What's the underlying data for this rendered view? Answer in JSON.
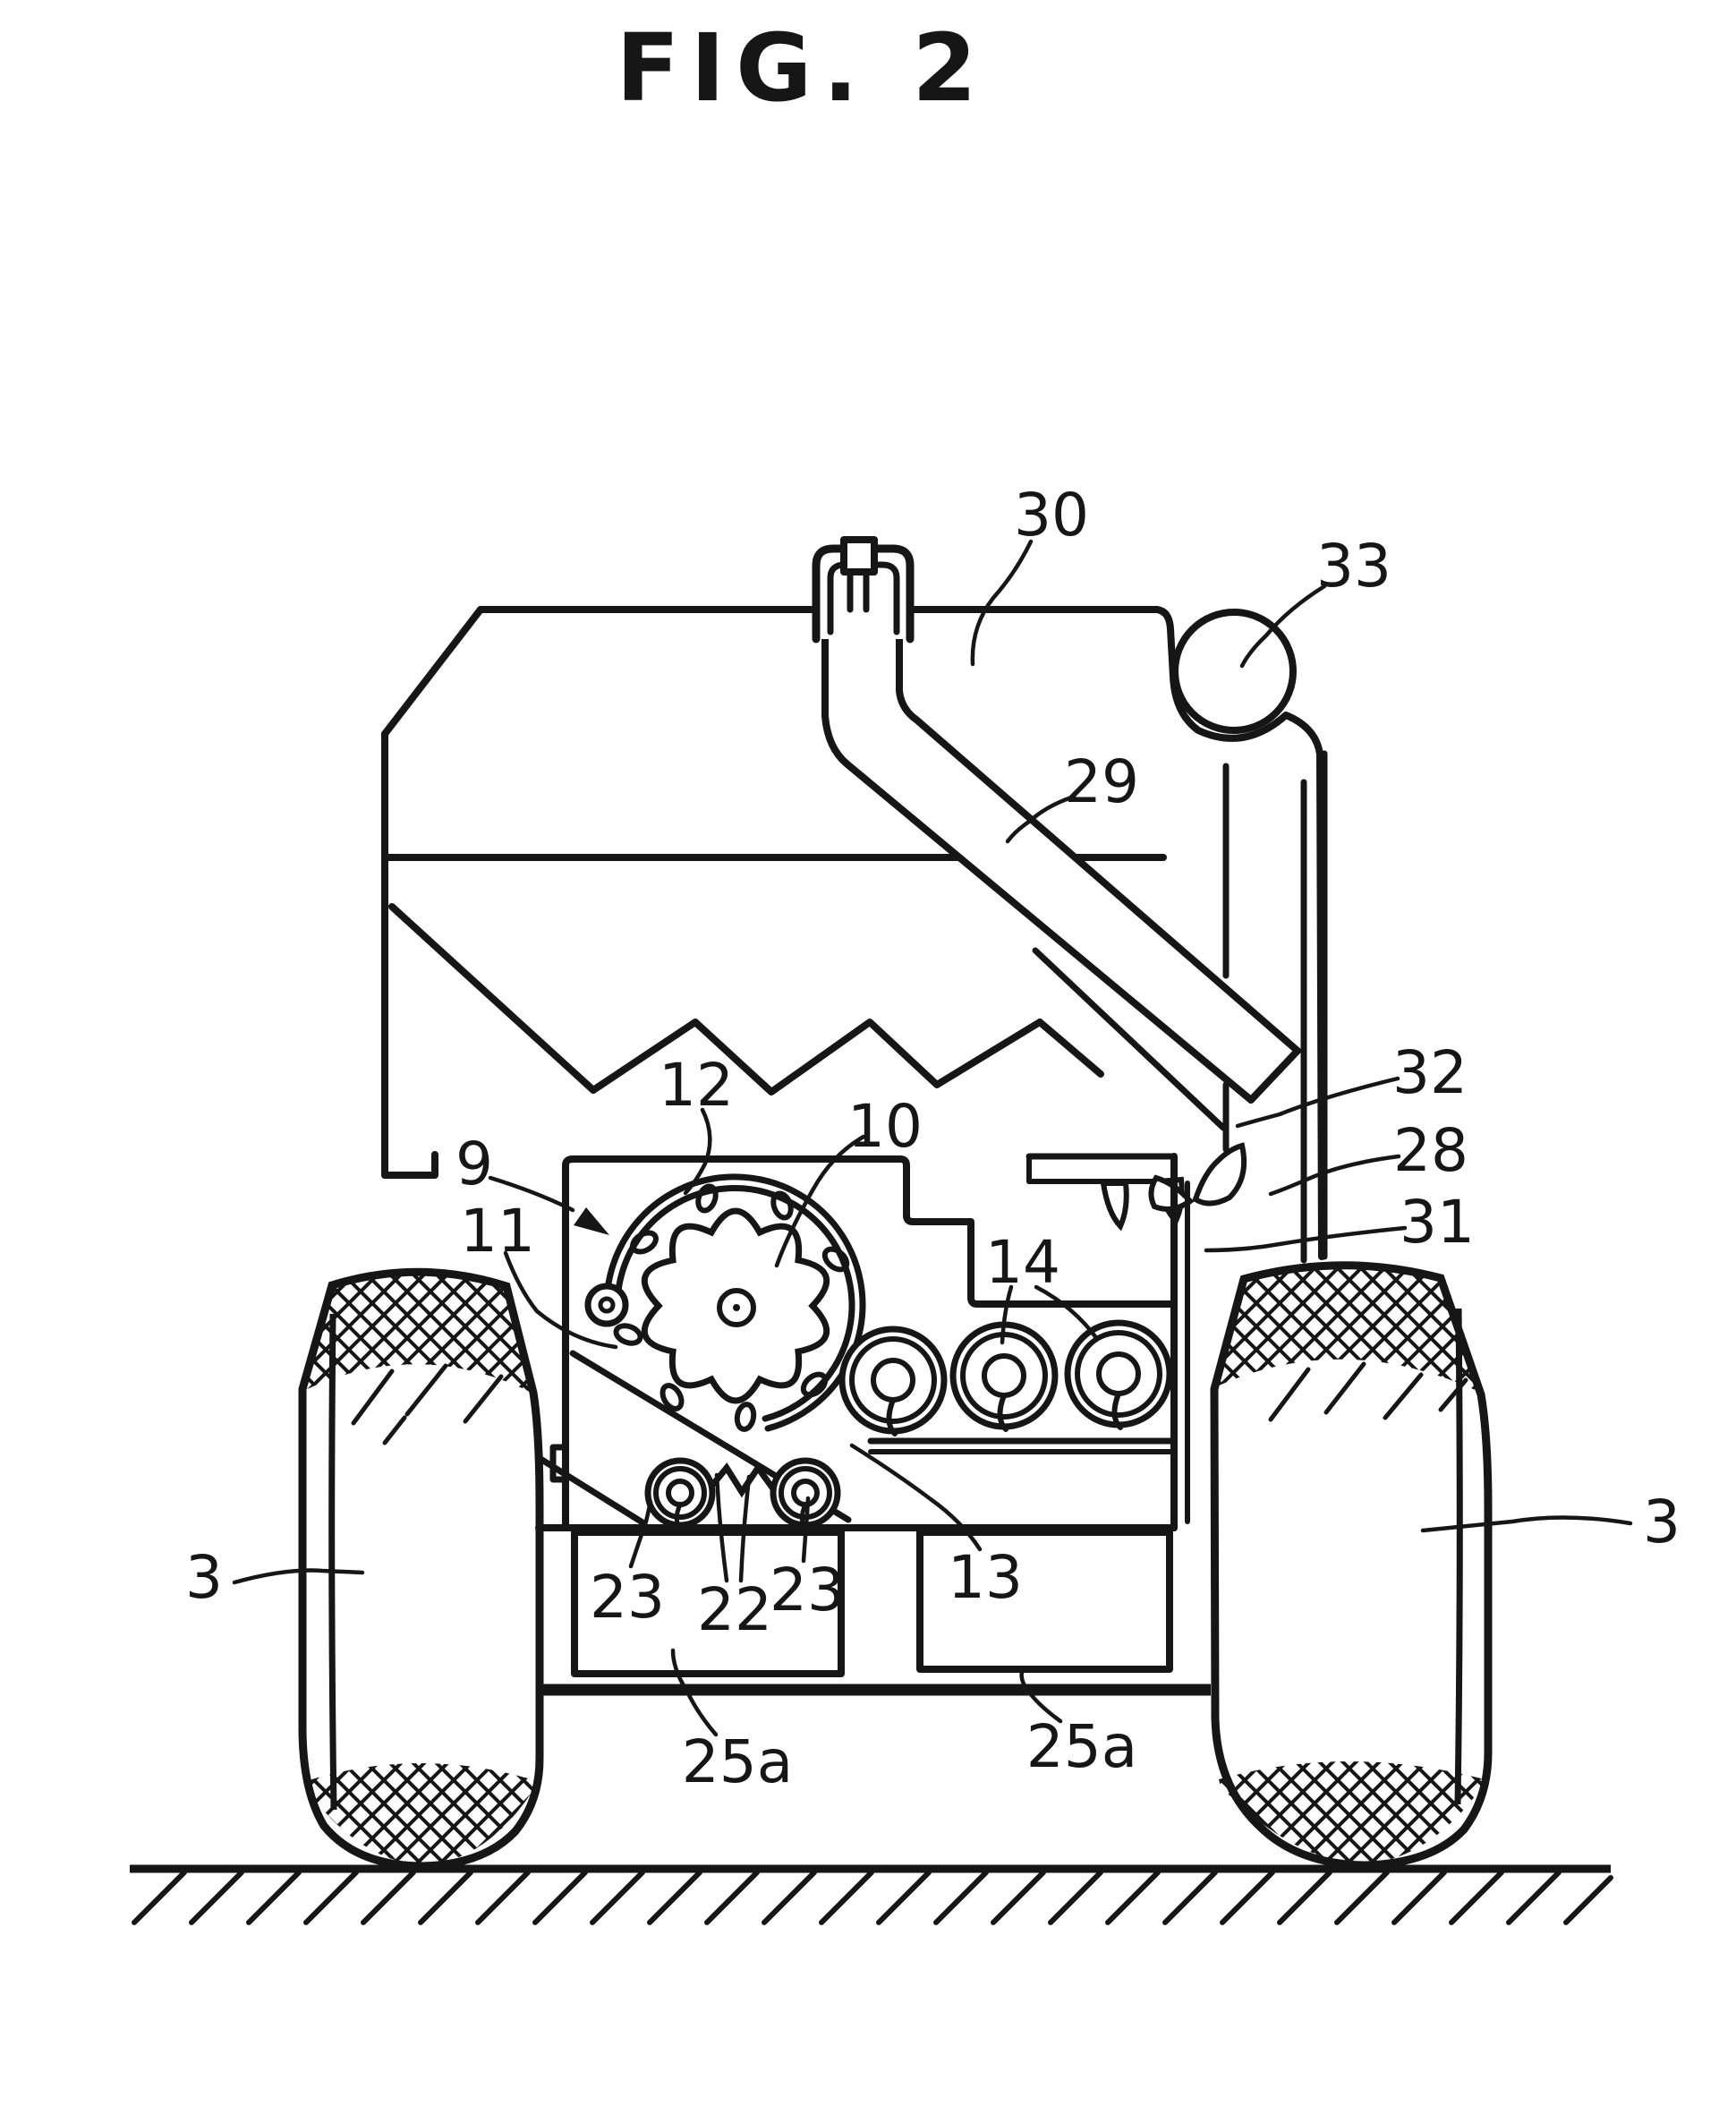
{
  "figure": {
    "title": "FIG. 2",
    "ink_color": "#161616",
    "background_color": "#ffffff",
    "labels": [
      {
        "text": "30"
      },
      {
        "text": "33"
      },
      {
        "text": "29"
      },
      {
        "text": "32"
      },
      {
        "text": "28"
      },
      {
        "text": "31"
      },
      {
        "text": "9"
      },
      {
        "text": "12"
      },
      {
        "text": "10"
      },
      {
        "text": "11"
      },
      {
        "text": "14"
      },
      {
        "text": "3"
      },
      {
        "text": "3"
      },
      {
        "text": "23"
      },
      {
        "text": "22"
      },
      {
        "text": "23"
      },
      {
        "text": "13"
      },
      {
        "text": "25a"
      },
      {
        "text": "25a"
      }
    ]
  }
}
